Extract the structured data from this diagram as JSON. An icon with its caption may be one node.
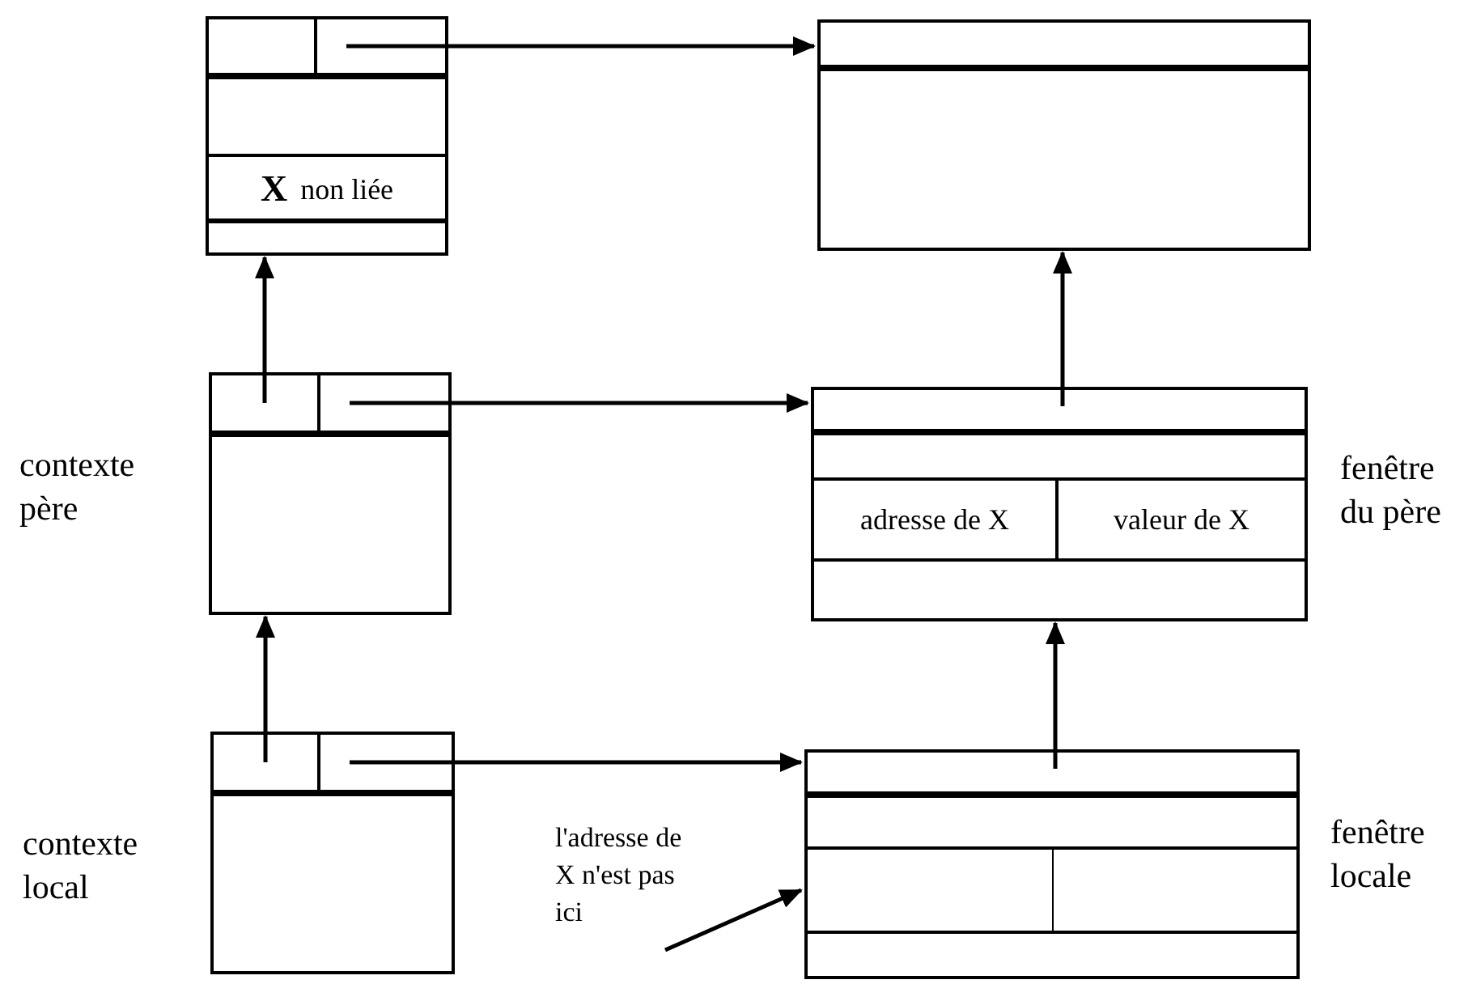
{
  "diagram": {
    "nodes": [
      {
        "text": [],
        "shape": "box"
      },
      {
        "text": [],
        "shape": "box",
        "in": 0
      },
      {
        "text": [],
        "shape": "box",
        "in": 0
      },
      {
        "text": [
          "**X** non liée"
        ],
        "in": 0
      },
      {
        "text": [],
        "shape": "box"
      },
      {
        "text": [],
        "shape": "box",
        "beside": [
          "contexte père"
        ]
      },
      {
        "text": [],
        "shape": "box",
        "in": 5
      },
      {
        "text": [],
        "shape": "box",
        "in": 5
      },
      {
        "text": [],
        "shape": "box",
        "beside": [
          "fenêtre du père"
        ]
      },
      {
        "text": [
          "adresse de X"
        ],
        "in": 8
      },
      {
        "text": [
          "valeur de X"
        ],
        "in": 8
      },
      {
        "text": [],
        "shape": "box",
        "beside": [
          "contexte local"
        ]
      },
      {
        "text": [],
        "shape": "box",
        "in": 11
      },
      {
        "text": [],
        "shape": "box",
        "in": 11
      },
      {
        "text": [],
        "shape": "box",
        "beside": [
          "fenêtre locale"
        ]
      },
      {
        "text": [],
        "shape": "box",
        "in": 14
      },
      {
        "text": [
          "l'adresse de X n'est pas ici"
        ]
      }
    ],
    "edges": [
      {
        "from": 2,
        "to": 4,
        "arrow": "to"
      },
      {
        "from": 6,
        "to": 0,
        "arrow": "to"
      },
      {
        "from": 7,
        "to": 8,
        "arrow": "to"
      },
      {
        "from": 8,
        "to": 4,
        "arrow": "to"
      },
      {
        "from": 12,
        "to": 5,
        "arrow": "to"
      },
      {
        "from": 13,
        "to": 14,
        "arrow": "to"
      },
      {
        "from": 14,
        "to": 8,
        "arrow": "to"
      },
      {
        "from": 16,
        "to": 15,
        "arrow": "to"
      }
    ]
  }
}
